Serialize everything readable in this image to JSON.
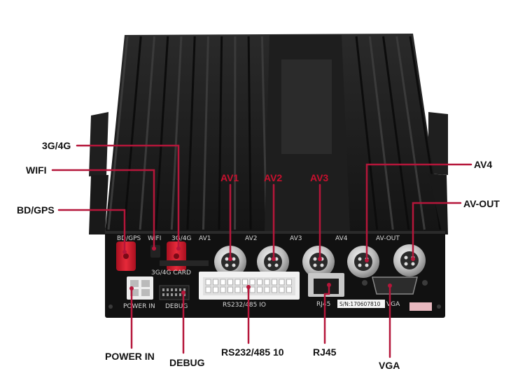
{
  "colors": {
    "accent": "#b5163a",
    "device_body": "#1b1b1b",
    "front_panel": "#111111",
    "antenna_red": "#d4172b",
    "connector_silver": "#c9c9c9",
    "label_text": "#111111",
    "av_label": "#c8102e"
  },
  "callouts": {
    "g34": "3G/4G",
    "wifi": "WIFI",
    "bdgps": "BD/GPS",
    "av4": "AV4",
    "avout": "AV-OUT",
    "powerin": "POWER IN",
    "debug": "DEBUG",
    "rs232": "RS232/485 10",
    "rj45": "RJ45",
    "vga": "VGA"
  },
  "av_labels": {
    "av1": "AV1",
    "av2": "AV2",
    "av3": "AV3"
  },
  "panel_labels": {
    "bdgps": "BD/GPS",
    "wifi": "WIFI",
    "g34": "3G/4G",
    "av1": "AV1",
    "av2": "AV2",
    "av3": "AV3",
    "av4": "AV4",
    "avout": "AV-OUT",
    "card": "3G/4G CARD",
    "powerin": "POWER IN",
    "debug": "DEBUG",
    "rs232": "RS232/485 IO",
    "rj45": "RJ45",
    "vga": "VGA",
    "serial": "S/N:170607810"
  }
}
